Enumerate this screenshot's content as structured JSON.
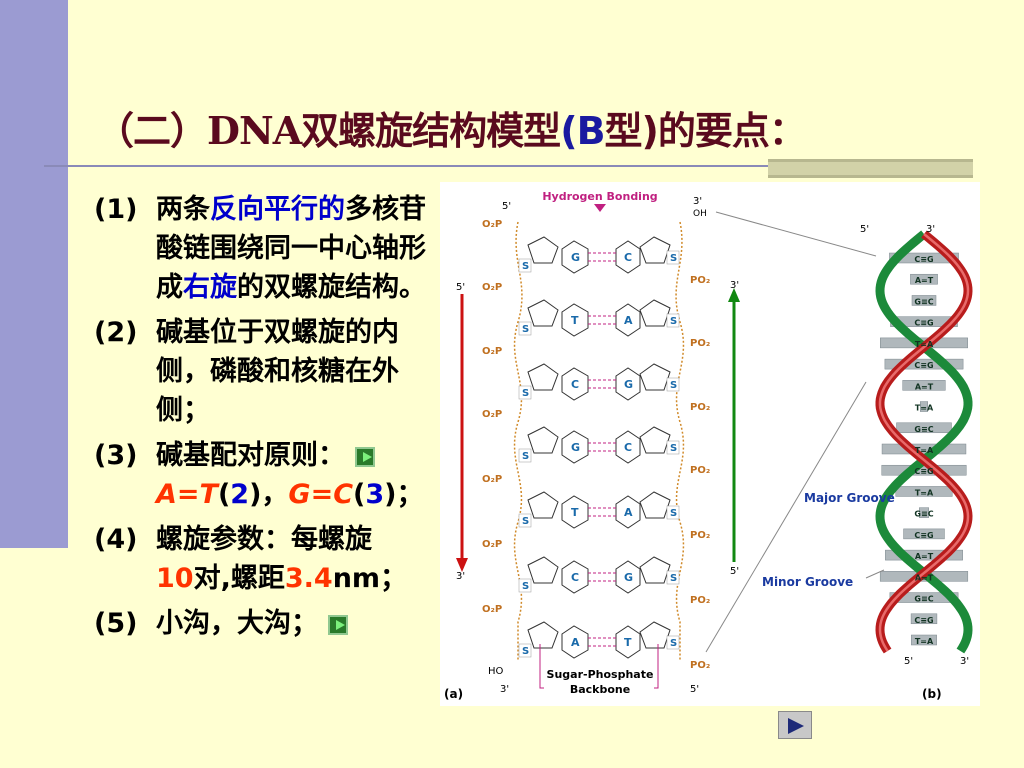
{
  "title": {
    "open": "（二）DNA双螺旋结构模型",
    "paren_open": "(",
    "b": "B",
    "type": "型",
    "paren_close": ")",
    "suffix": "的要点："
  },
  "points": [
    {
      "num": "(1)",
      "a": "两条",
      "b": "反向平行的",
      "c": "多核苷酸链围绕同一中心轴形成",
      "d": "右旋",
      "e": "的双螺旋结构。"
    },
    {
      "num": "(2)",
      "text": "碱基位于双螺旋的内侧，磷酸和核糖在外侧；"
    },
    {
      "num": "(3)",
      "a": "碱基配对原则：",
      "at": "A=T",
      "p1": "(",
      "two": "2",
      "p2": ")，",
      "gc": "G=C",
      "p3": "(",
      "three": "3",
      "p4": ")；"
    },
    {
      "num": "(4)",
      "a": "螺旋参数：每螺旋",
      "ten": "10",
      "b": "对,螺距",
      "pitch": "3.4",
      "c": "nm；"
    },
    {
      "num": "(5)",
      "text": "小沟，大沟；"
    }
  ],
  "figure": {
    "hydrogen_bonding": "Hydrogen Bonding",
    "backbone_1": "Sugar-Phosphate",
    "backbone_2": "Backbone",
    "label_a": "(a)",
    "label_b": "(b)",
    "major_groove": "Major Groove",
    "minor_groove": "Minor Groove",
    "five_prime": "5'",
    "three_prime": "3'",
    "oh": "OH",
    "ho": "HO",
    "o2p": "O₂P",
    "po2": "PO₂",
    "sugar": "S",
    "ladder_pairs": [
      {
        "left": "G",
        "right": "C"
      },
      {
        "left": "T",
        "right": "A"
      },
      {
        "left": "C",
        "right": "G"
      },
      {
        "left": "G",
        "right": "C"
      },
      {
        "left": "T",
        "right": "A"
      },
      {
        "left": "C",
        "right": "G"
      },
      {
        "left": "A",
        "right": "T"
      }
    ],
    "helix_pairs": [
      "C≡G",
      "A=T",
      "G≡C",
      "C≡G",
      "T=A",
      "C≡G",
      "A=T",
      "T=A",
      "G≡C",
      "T=A",
      "C≡G",
      "T=A",
      "G≡C",
      "C≡G",
      "A=T",
      "A=T",
      "G≡C",
      "C≡G",
      "T=A"
    ]
  },
  "colors": {
    "background": "#ffffd2",
    "title": "#5a0a1e",
    "accent_blue": "#0000cc",
    "accent_red": "#ff3300"
  }
}
